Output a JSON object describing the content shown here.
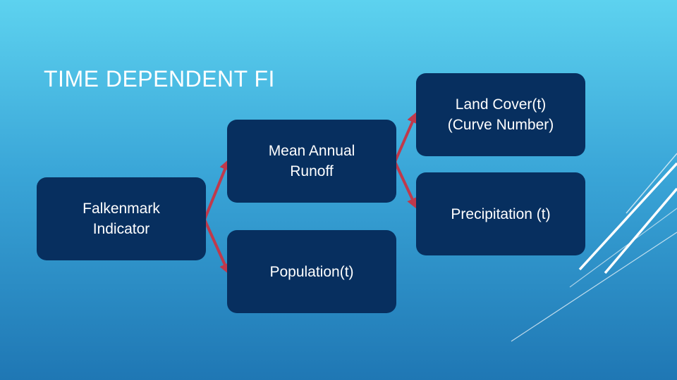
{
  "slide": {
    "title": "TIME DEPENDENT FI"
  },
  "nodes": {
    "falkenmark": "Falkenmark\nIndicator",
    "runoff": "Mean Annual\nRunoff",
    "population": "Population(t)",
    "landcover": "Land Cover(t)\n(Curve Number)",
    "precipitation": "Precipitation (t)"
  },
  "colors": {
    "node_fill": "#072f5f",
    "connector": "#c0394b",
    "background_top": "#5dd2ef",
    "background_bottom": "#1f77b4"
  },
  "icons": {
    "connector_arrow": "arrow-head",
    "decoration": "diagonal-lines"
  }
}
